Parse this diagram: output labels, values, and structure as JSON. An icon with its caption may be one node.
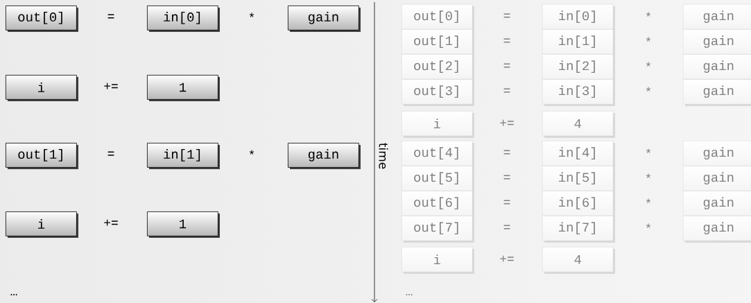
{
  "diagram": {
    "nodes": [
      {
        "text": [
          "out[0]"
        ]
      },
      {
        "text": [
          "in[0]"
        ]
      },
      {
        "text": [
          "gain"
        ]
      },
      {
        "text": [
          "i"
        ]
      },
      {
        "text": [
          "1"
        ]
      },
      {
        "text": [
          "out[1]"
        ]
      },
      {
        "text": [
          "in[1]"
        ]
      },
      {
        "text": [
          "gain"
        ]
      },
      {
        "text": [
          "i"
        ]
      },
      {
        "text": [
          "1"
        ]
      },
      {
        "text": [
          "out[0]"
        ]
      },
      {
        "text": [
          "in[0]"
        ]
      },
      {
        "text": [
          "gain"
        ]
      },
      {
        "text": [
          "out[1]"
        ]
      },
      {
        "text": [
          "in[1]"
        ]
      },
      {
        "text": [
          "gain"
        ]
      },
      {
        "text": [
          "out[2]"
        ]
      },
      {
        "text": [
          "in[2]"
        ]
      },
      {
        "text": [
          "gain"
        ]
      },
      {
        "text": [
          "out[3]"
        ]
      },
      {
        "text": [
          "in[3]"
        ]
      },
      {
        "text": [
          "gain"
        ]
      },
      {
        "text": [
          "i"
        ]
      },
      {
        "text": [
          "4"
        ]
      },
      {
        "text": [
          "out[4]"
        ]
      },
      {
        "text": [
          "in[4]"
        ]
      },
      {
        "text": [
          "gain"
        ]
      },
      {
        "text": [
          "out[5]"
        ]
      },
      {
        "text": [
          "in[5]"
        ]
      },
      {
        "text": [
          "gain"
        ]
      },
      {
        "text": [
          "out[6]"
        ]
      },
      {
        "text": [
          "in[6]"
        ]
      },
      {
        "text": [
          "gain"
        ]
      },
      {
        "text": [
          "out[7]"
        ]
      },
      {
        "text": [
          "in[7]"
        ]
      },
      {
        "text": [
          "gain"
        ]
      },
      {
        "text": [
          "i"
        ]
      },
      {
        "text": [
          "4"
        ]
      }
    ],
    "labels": [
      "=",
      "*",
      "+=",
      "=",
      "*",
      "+=",
      "…",
      "time",
      "=",
      "*",
      "=",
      "*",
      "=",
      "*",
      "=",
      "*",
      "+=",
      "=",
      "*",
      "=",
      "*",
      "=",
      "*",
      "=",
      "*",
      "+=",
      "…"
    ]
  }
}
